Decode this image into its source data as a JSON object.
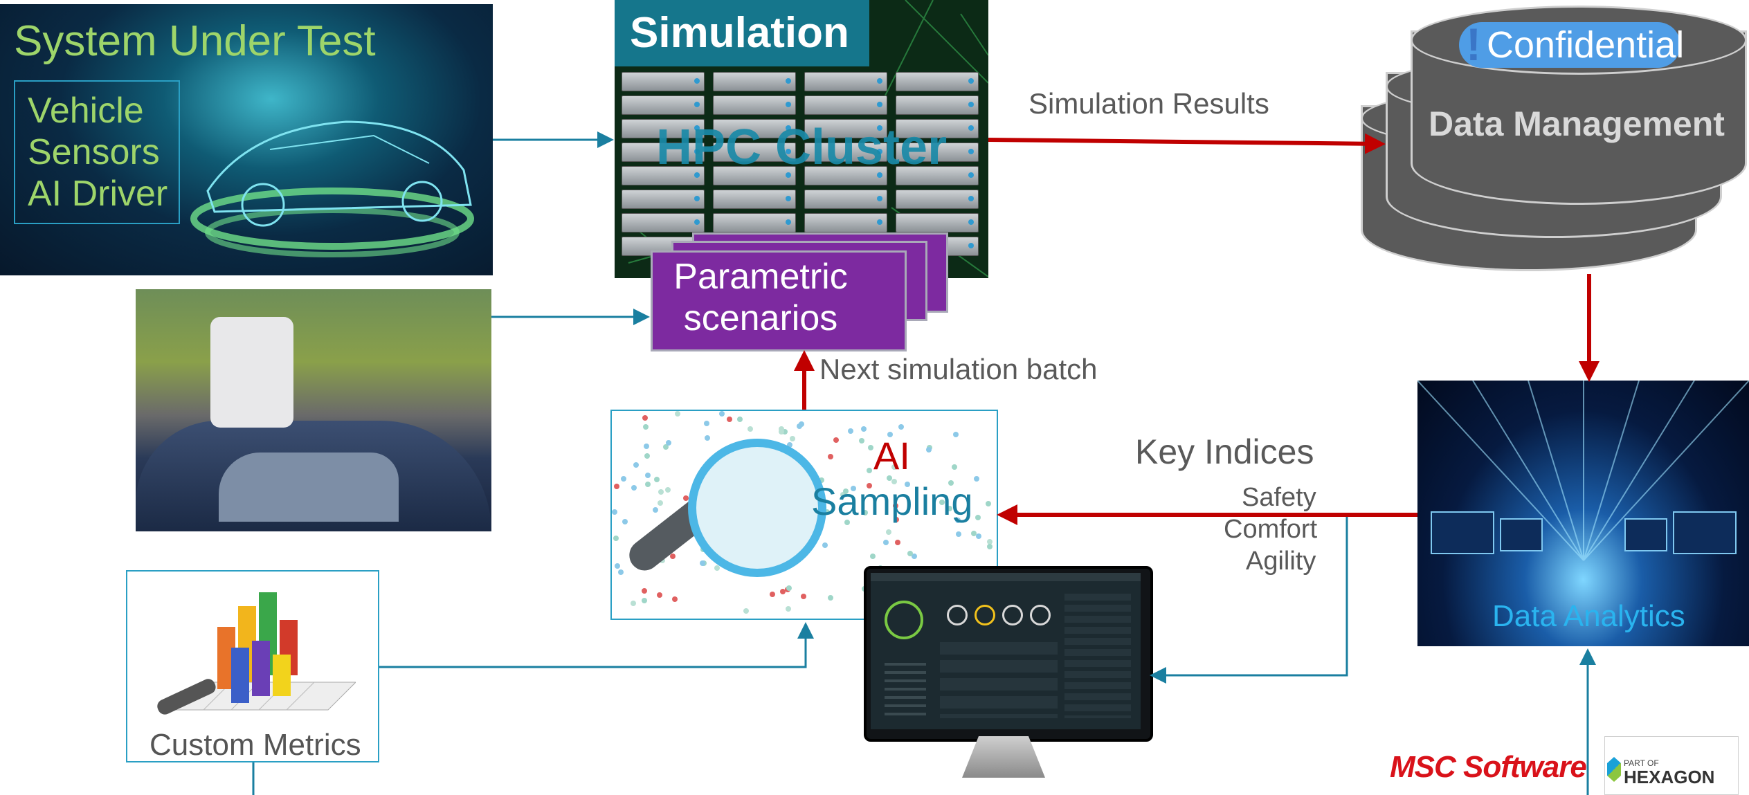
{
  "system_under_test": {
    "title": "System Under Test",
    "items": [
      "Vehicle",
      "Sensors",
      "AI Driver"
    ]
  },
  "simulation": {
    "title": "Simulation",
    "cluster_label": "HPC Cluster"
  },
  "scenarios": {
    "line1": "Parametric",
    "line2": "scenarios"
  },
  "data_management": {
    "badge": "Confidential",
    "label": "Data Management"
  },
  "ai_sampling": {
    "line1": "AI",
    "line2": "Sampling"
  },
  "custom_metrics": {
    "label": "Custom Metrics"
  },
  "data_analytics": {
    "label": "Data Analytics"
  },
  "connectors": {
    "simulation_results": "Simulation Results",
    "next_batch": "Next simulation batch",
    "key_indices": "Key Indices",
    "indices": [
      "Safety",
      "Comfort",
      "Agility"
    ]
  },
  "logos": {
    "msc": "MSC Software",
    "hexagon_small": "PART OF",
    "hexagon_big": "HEXAGON"
  },
  "colors": {
    "teal_arrow": "#1a7fa0",
    "red_arrow": "#c00000",
    "purple": "#7d2aa0",
    "green_text": "#9ed56a"
  }
}
